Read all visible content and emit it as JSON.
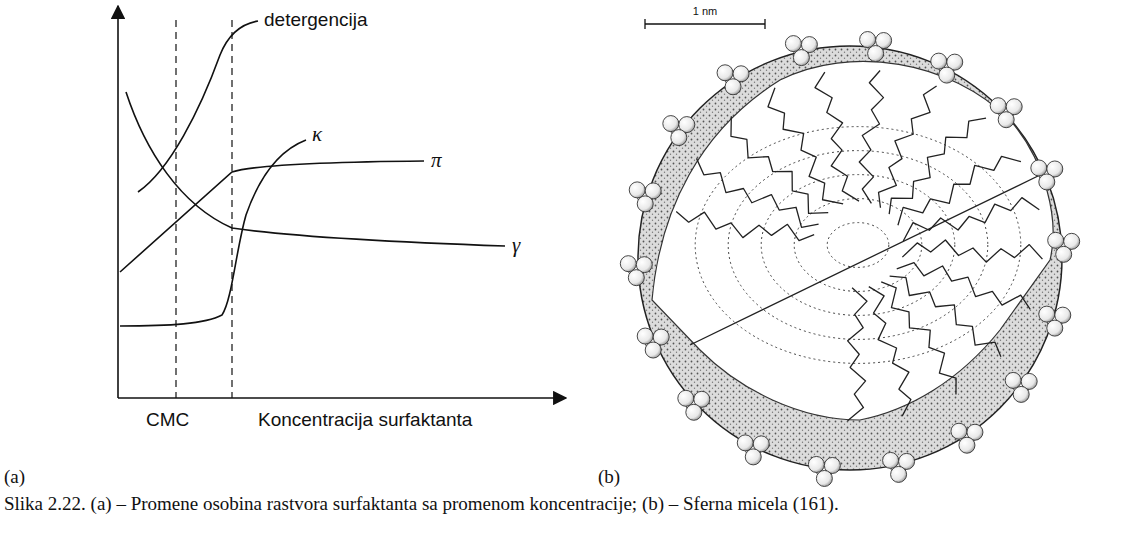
{
  "diagram": {
    "caption": "Slika 2.22. (a) – Promene osobina rastvora surfaktanta sa promenom koncentracije; (b) – Sferna micela (161).",
    "labels": [
      "detergencija",
      "κ",
      "π",
      "γ",
      "CMC",
      "Koncentracija surfaktanta",
      "1 nm",
      "(a)",
      "(b)"
    ]
  }
}
